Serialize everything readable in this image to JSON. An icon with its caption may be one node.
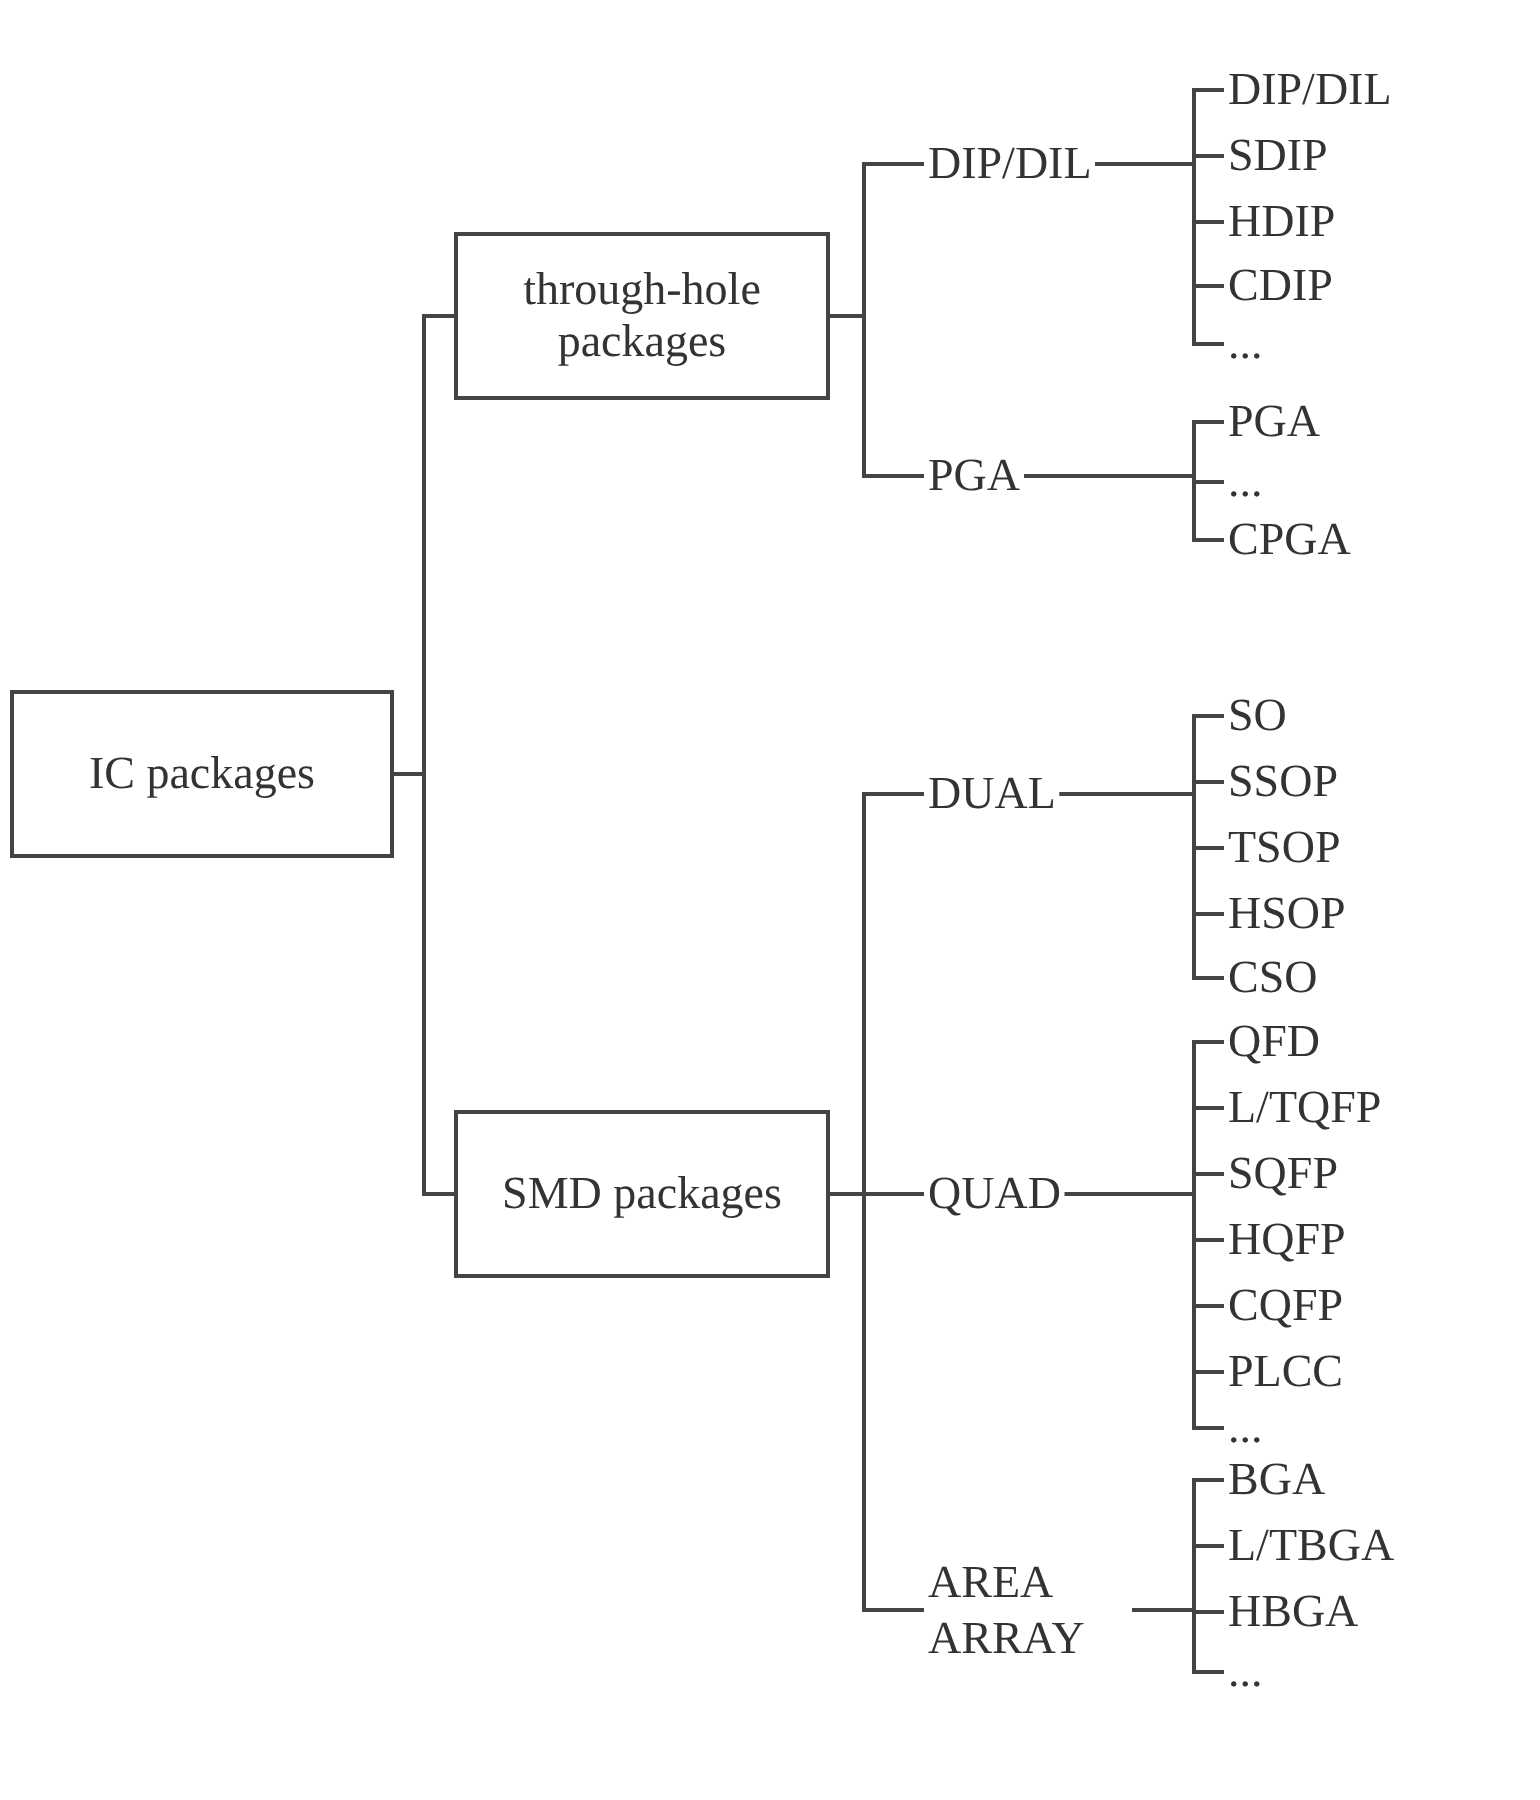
{
  "diagram": {
    "nodes": [
      {
        "text": [
          "IC packages"
        ]
      },
      {
        "text": [
          "through-hole packages"
        ]
      },
      {
        "text": [
          "DIP/DIL"
        ]
      },
      {
        "text": [
          "DIP/DIL"
        ]
      },
      {
        "text": [
          "SDIP"
        ]
      },
      {
        "text": [
          "HDIP"
        ]
      },
      {
        "text": [
          "CDIP"
        ]
      },
      {
        "text": [
          "..."
        ]
      },
      {
        "text": [
          "PGA"
        ]
      },
      {
        "text": [
          "PGA"
        ]
      },
      {
        "text": [
          "..."
        ]
      },
      {
        "text": [
          "CPGA"
        ]
      },
      {
        "text": [
          "SMD packages"
        ]
      },
      {
        "text": [
          "DUAL"
        ]
      },
      {
        "text": [
          "SO"
        ]
      },
      {
        "text": [
          "SSOP"
        ]
      },
      {
        "text": [
          "TSOP"
        ]
      },
      {
        "text": [
          "HSOP"
        ]
      },
      {
        "text": [
          "CSO"
        ]
      },
      {
        "text": [
          "QUAD"
        ]
      },
      {
        "text": [
          "QFD"
        ]
      },
      {
        "text": [
          "L/TQFP"
        ]
      },
      {
        "text": [
          "SQFP"
        ]
      },
      {
        "text": [
          "HQFP"
        ]
      },
      {
        "text": [
          "CQFP"
        ]
      },
      {
        "text": [
          "PLCC"
        ]
      },
      {
        "text": [
          "..."
        ]
      },
      {
        "text": [
          "AREA ARRAY"
        ]
      },
      {
        "text": [
          "BGA"
        ]
      },
      {
        "text": [
          "L/TBGA"
        ]
      },
      {
        "text": [
          "HBGA"
        ]
      },
      {
        "text": [
          "..."
        ]
      }
    ],
    "edges": [
      {
        "from": 0,
        "to": 1,
        "arrow": "none"
      },
      {
        "from": 0,
        "to": 12,
        "arrow": "none"
      },
      {
        "from": 1,
        "to": 2,
        "arrow": "none"
      },
      {
        "from": 1,
        "to": 8,
        "arrow": "none"
      },
      {
        "from": 2,
        "to": 3,
        "arrow": "none"
      },
      {
        "from": 2,
        "to": 4,
        "arrow": "none"
      },
      {
        "from": 2,
        "to": 5,
        "arrow": "none"
      },
      {
        "from": 2,
        "to": 6,
        "arrow": "none"
      },
      {
        "from": 2,
        "to": 7,
        "arrow": "none"
      },
      {
        "from": 8,
        "to": 9,
        "arrow": "none"
      },
      {
        "from": 8,
        "to": 10,
        "arrow": "none"
      },
      {
        "from": 8,
        "to": 11,
        "arrow": "none"
      },
      {
        "from": 12,
        "to": 13,
        "arrow": "none"
      },
      {
        "from": 12,
        "to": 19,
        "arrow": "none"
      },
      {
        "from": 12,
        "to": 27,
        "arrow": "none"
      },
      {
        "from": 13,
        "to": 14,
        "arrow": "none"
      },
      {
        "from": 13,
        "to": 15,
        "arrow": "none"
      },
      {
        "from": 13,
        "to": 16,
        "arrow": "none"
      },
      {
        "from": 13,
        "to": 17,
        "arrow": "none"
      },
      {
        "from": 13,
        "to": 18,
        "arrow": "none"
      },
      {
        "from": 19,
        "to": 20,
        "arrow": "none"
      },
      {
        "from": 19,
        "to": 21,
        "arrow": "none"
      },
      {
        "from": 19,
        "to": 22,
        "arrow": "none"
      },
      {
        "from": 19,
        "to": 23,
        "arrow": "none"
      },
      {
        "from": 19,
        "to": 24,
        "arrow": "none"
      },
      {
        "from": 19,
        "to": 25,
        "arrow": "none"
      },
      {
        "from": 19,
        "to": 26,
        "arrow": "none"
      },
      {
        "from": 27,
        "to": 28,
        "arrow": "none"
      },
      {
        "from": 27,
        "to": 29,
        "arrow": "none"
      },
      {
        "from": 27,
        "to": 30,
        "arrow": "none"
      },
      {
        "from": 27,
        "to": 31,
        "arrow": "none"
      }
    ]
  }
}
